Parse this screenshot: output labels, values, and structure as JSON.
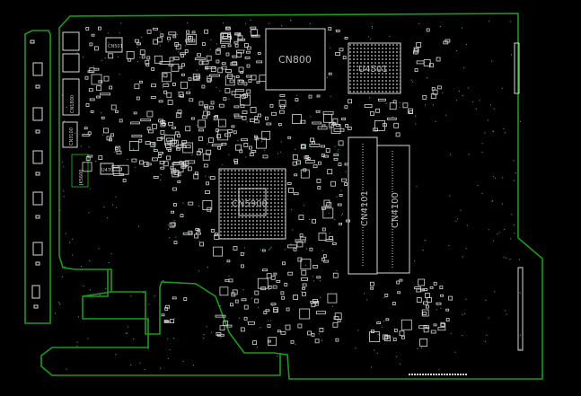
{
  "board": {
    "outline_color": "#1e9a1e",
    "silk_color": "#d8d8d8",
    "via_color": "#2aa6a6",
    "background": "#000000"
  },
  "components": {
    "cn800": "CN800",
    "u4501": "U4501",
    "cn5900": "CN5900",
    "cn4101": "CN4101",
    "cn4100": "CN4100",
    "cn1800": "CN1800",
    "cn3100": "CN3100",
    "jk5600": "JK5600",
    "u470": "U470",
    "cn501": "CN501"
  }
}
